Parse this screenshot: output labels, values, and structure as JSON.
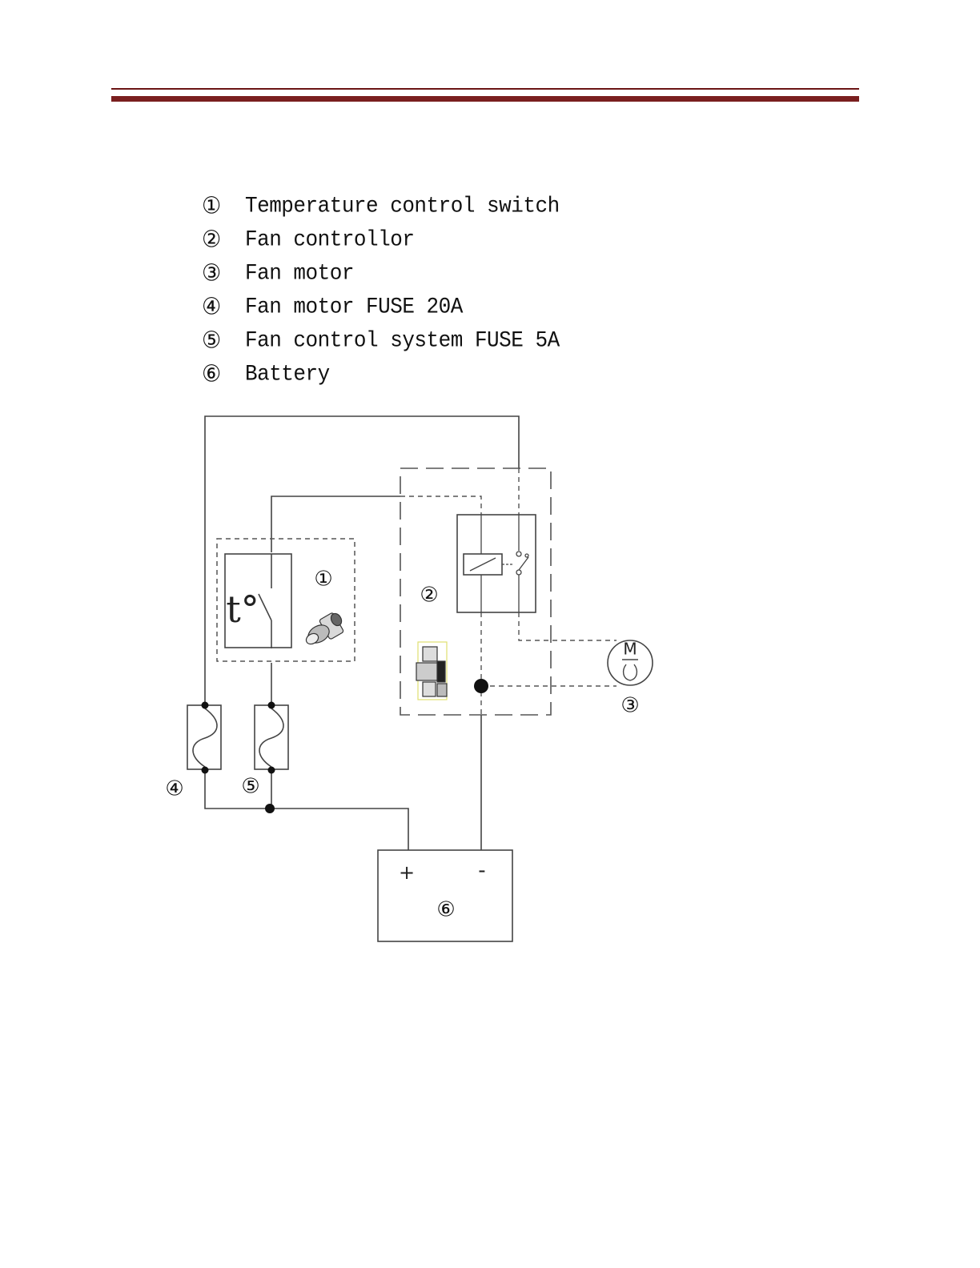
{
  "legend": [
    {
      "num": "①",
      "text": "Temperature control switch"
    },
    {
      "num": "②",
      "text": "Fan controllor"
    },
    {
      "num": "③",
      "text": "Fan motor"
    },
    {
      "num": "④",
      "text": "Fan motor FUSE 20A"
    },
    {
      "num": "⑤",
      "text": "Fan control system FUSE 5A"
    },
    {
      "num": "⑥",
      "text": "Battery"
    }
  ],
  "diagram": {
    "switch_symbol": "t°",
    "motor_symbol": "M",
    "battery_plus": "+",
    "battery_minus": "-",
    "tags": {
      "switch": "①",
      "controller": "②",
      "motor": "③",
      "fuse_motor": "④",
      "fuse_control": "⑤",
      "battery": "⑥"
    }
  },
  "colors": {
    "rule": "#7a1f1f",
    "line": "#444444"
  }
}
